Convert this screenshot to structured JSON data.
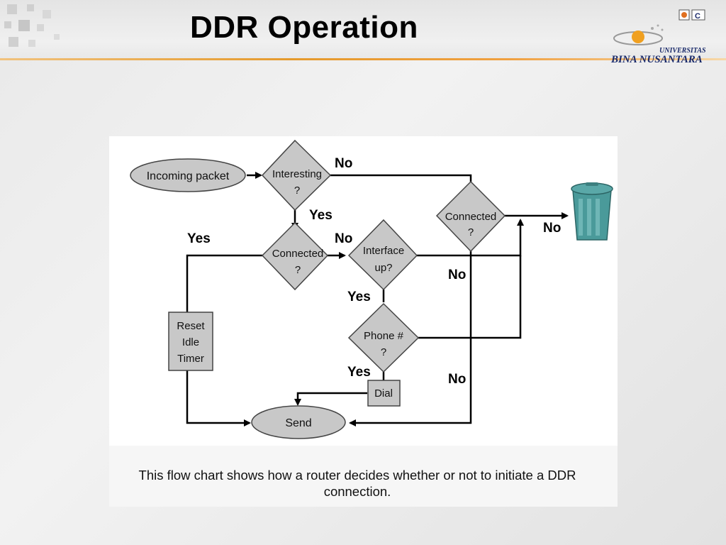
{
  "slide": {
    "title": "DDR Operation"
  },
  "logo": {
    "line1": "UNIVERSITAS",
    "line2": "BINA NUSANTARA"
  },
  "flowchart": {
    "incoming_packet": "Incoming packet",
    "interesting_l1": "Interesting",
    "interesting_l2": "?",
    "connected1_l1": "Connected",
    "connected1_l2": "?",
    "connected2_l1": "Connected",
    "connected2_l2": "?",
    "interface_l1": "Interface",
    "interface_l2": "up?",
    "phone_l1": "Phone #",
    "phone_l2": "?",
    "reset_l1": "Reset",
    "reset_l2": "Idle",
    "reset_l3": "Timer",
    "dial": "Dial",
    "send": "Send",
    "labels": {
      "no_interesting": "No",
      "yes_interesting": "Yes",
      "yes_connected": "Yes",
      "no_connected": "No",
      "no_trash": "No",
      "no_connected2": "No",
      "yes_interface": "Yes",
      "yes_phone": "Yes",
      "no_bottom": "No"
    }
  },
  "caption": {
    "text": "This flow chart shows how a router decides whether or not to initiate a DDR connection."
  },
  "colors": {
    "shape_fill": "#c8c8c8",
    "trash": "#3f8f8f"
  }
}
